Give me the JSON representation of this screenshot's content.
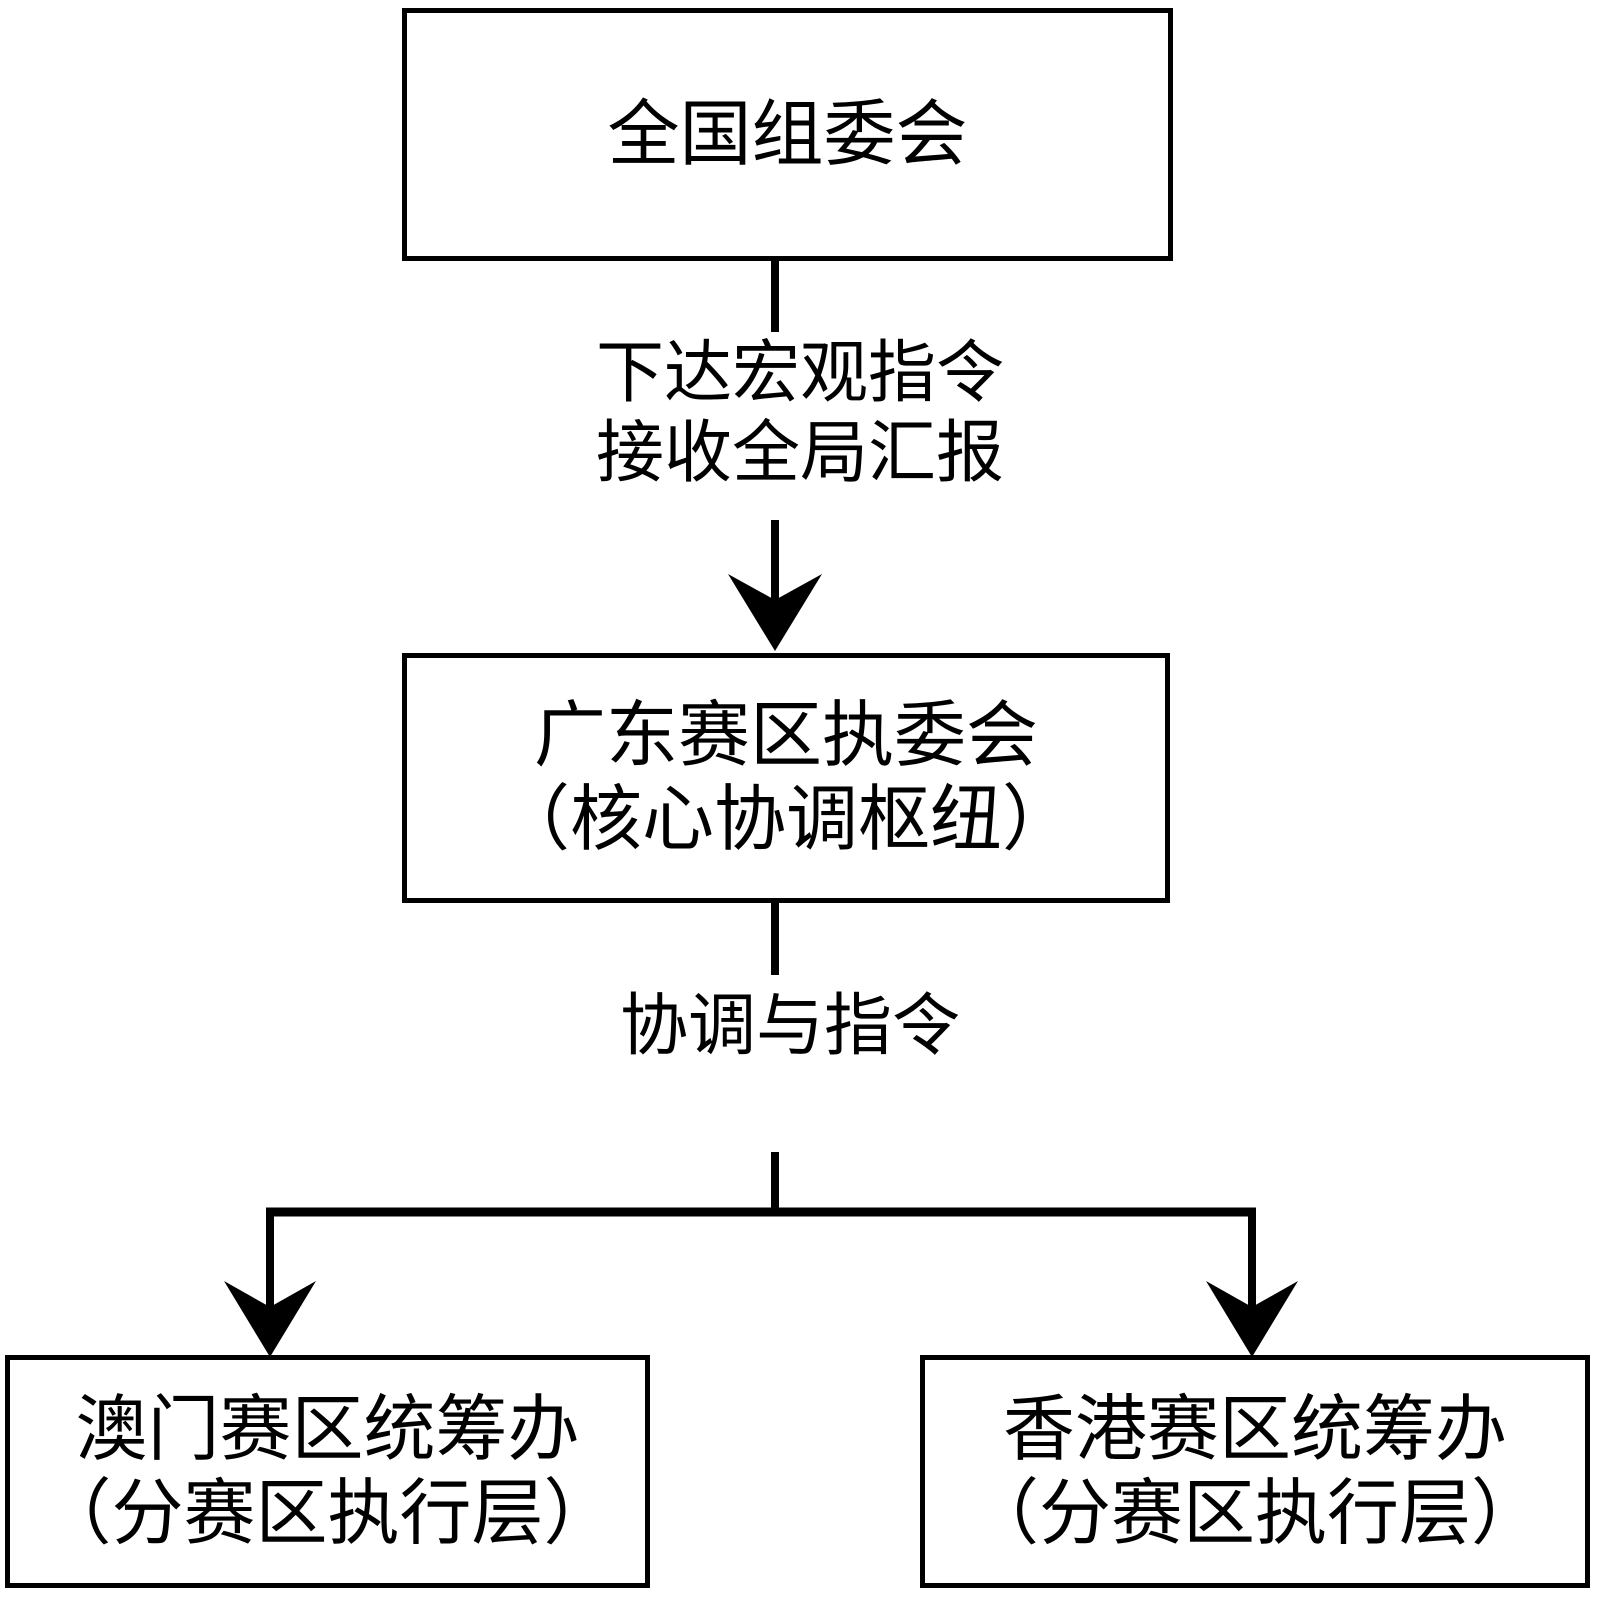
{
  "diagram": {
    "type": "flowchart",
    "orientation": "top-down",
    "background_color": "#ffffff",
    "stroke_color": "#000000",
    "text_color": "#000000",
    "nodes": [
      {
        "id": "national-committee",
        "lines": [
          "全国组委会"
        ],
        "level": 0
      },
      {
        "id": "guangdong-committee",
        "lines": [
          "广东赛区执委会",
          "（核心协调枢纽）"
        ],
        "level": 1
      },
      {
        "id": "macau-office",
        "lines": [
          "澳门赛区统筹办",
          "（分赛区执行层）"
        ],
        "level": 2
      },
      {
        "id": "hongkong-office",
        "lines": [
          "香港赛区统筹办",
          "（分赛区执行层）"
        ],
        "level": 2
      }
    ],
    "edges": [
      {
        "id": "edge-national-to-guangdong",
        "from": "national-committee",
        "to": "guangdong-committee",
        "label_lines": [
          "下达宏观指令",
          "接收全局汇报"
        ],
        "arrowhead": "barbed"
      },
      {
        "id": "edge-guangdong-to-regions",
        "from": "guangdong-committee",
        "to": [
          "macau-office",
          "hongkong-office"
        ],
        "label_lines": [
          "协调与指令"
        ],
        "arrowhead": "barbed"
      }
    ]
  }
}
